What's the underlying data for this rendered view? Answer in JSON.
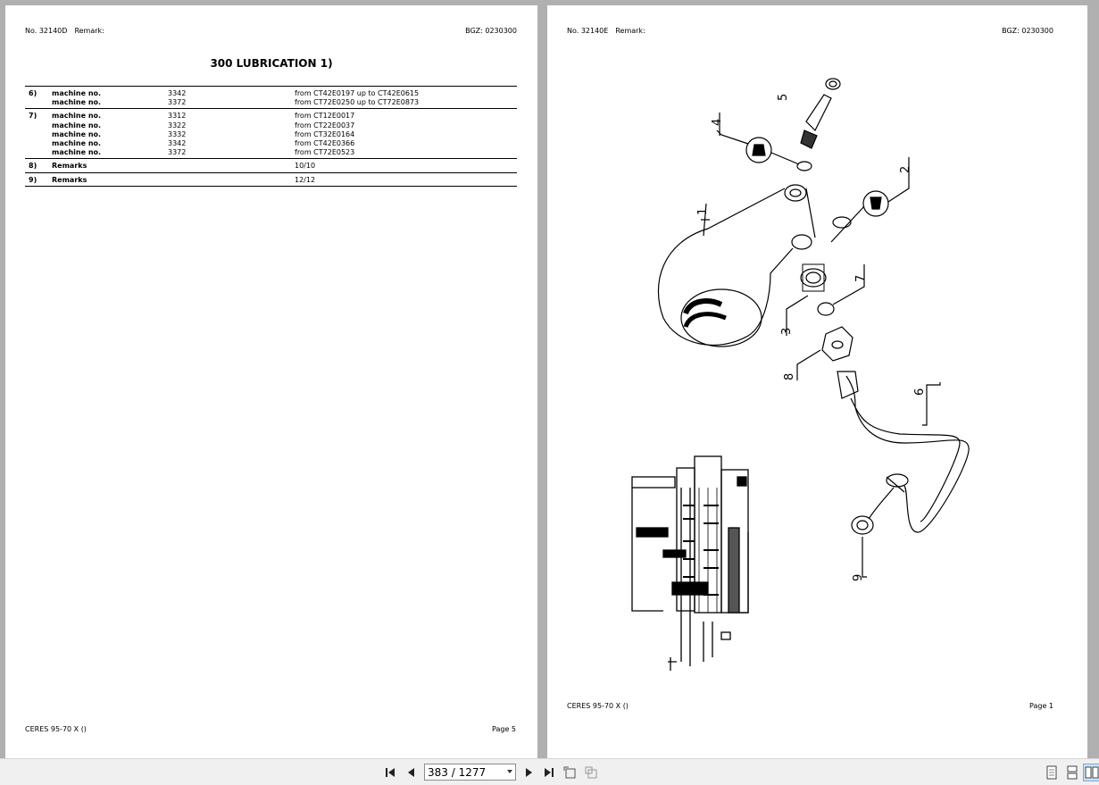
{
  "left_page": {
    "header": {
      "doc_no": "No. 32140D",
      "remark": "Remark:",
      "bgz": "BGZ: 0230300"
    },
    "title": "300 LUBRICATION  1)",
    "groups": [
      {
        "num": "6)",
        "rows": [
          {
            "label": "machine no.",
            "value": "3342",
            "range": "from CT42E0197 up to CT42E0615"
          },
          {
            "label": "machine no.",
            "value": "3372",
            "range": "from CT72E0250 up to CT72E0873"
          }
        ]
      },
      {
        "num": "7)",
        "rows": [
          {
            "label": "machine no.",
            "value": "3312",
            "range": "from CT12E0017"
          },
          {
            "label": "machine no.",
            "value": "3322",
            "range": "from CT22E0037"
          },
          {
            "label": "machine no.",
            "value": "3332",
            "range": "from CT32E0164"
          },
          {
            "label": "machine no.",
            "value": "3342",
            "range": "from CT42E0366"
          },
          {
            "label": "machine no.",
            "value": "3372",
            "range": "from CT72E0523"
          }
        ]
      },
      {
        "num": "8)",
        "rows": [
          {
            "label": "Remarks",
            "value": "",
            "range": "10/10"
          }
        ]
      },
      {
        "num": "9)",
        "rows": [
          {
            "label": "Remarks",
            "value": "",
            "range": "12/12"
          }
        ]
      }
    ],
    "footer": {
      "model": "CERES 95-70 X ()",
      "page": "Page 5"
    }
  },
  "right_page": {
    "header": {
      "doc_no": "No. 32140E",
      "remark": "Remark:",
      "bgz": "BGZ: 0230300"
    },
    "callouts": [
      "1",
      "2",
      "3",
      "4",
      "5",
      "6",
      "7",
      "8",
      "9"
    ],
    "footer": {
      "model": "CERES 95-70 X ()",
      "page": "Page 1"
    }
  },
  "toolbar": {
    "page_indicator": "383 / 1277",
    "icons": [
      "first-page-icon",
      "previous-page-icon",
      "next-page-icon",
      "last-page-icon",
      "rotate-icon",
      "crop-icon",
      "single-page-icon",
      "continuous-page-icon",
      "two-page-icon"
    ]
  }
}
